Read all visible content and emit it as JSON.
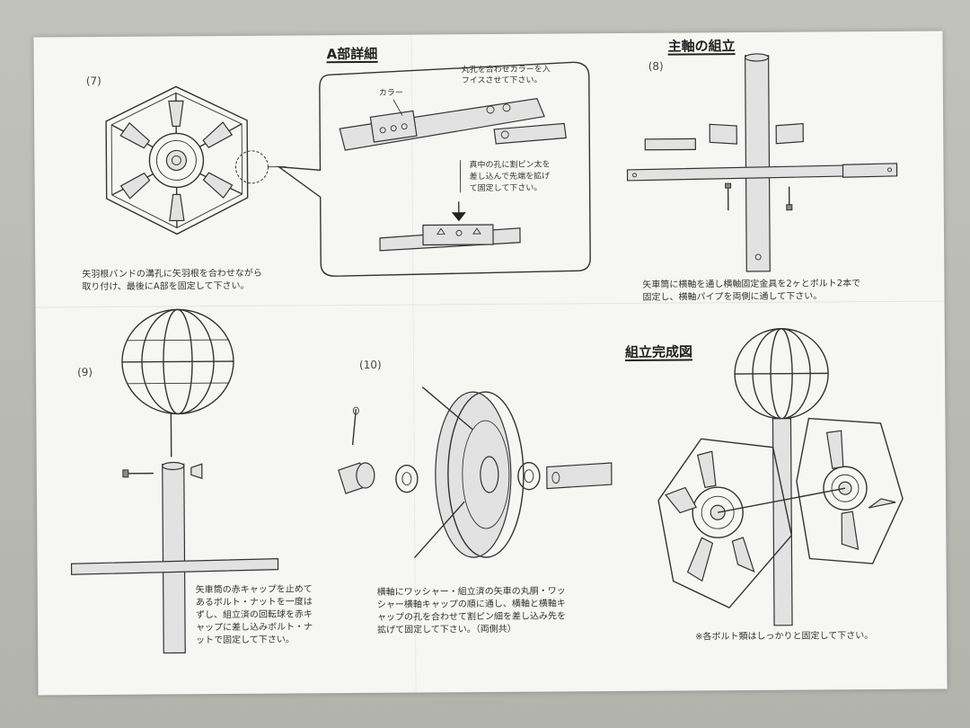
{
  "headings": {
    "detail_a": "A部詳細",
    "main_shaft": "主軸の組立",
    "completed": "組立完成図"
  },
  "steps": {
    "s7": "(7)",
    "s8": "(8)",
    "s9": "(9)",
    "s10": "(10)"
  },
  "captions": {
    "c7": "矢羽根バンドの溝孔に矢羽根を合わせながら\n取り付け、最後にA部を固定して下さい。",
    "c8": "矢車筒に横軸を通し横軸固定金具を2ヶとボルト2本で\n固定し、横軸パイプを両側に通して下さい。",
    "c9": "矢車筒の赤キャップを止めて\nあるボルト・ナットを一度は\nずし、組立済の回転球を赤キ\nャップに差し込みボルト・ナ\nットで固定して下さい。",
    "c10": "横軸にワッシャー・組立済の矢車の丸胴・ワッ\nシャー横軸キャップの順に通し、横軸と横軸キ\nャップの孔を合わせて割ピン細を差し込み先を\n拡げて固定して下さい。（両側共）",
    "note": "※各ボルト類はしっかりと固定して下さい。"
  },
  "detail_labels": {
    "collar_note": "丸孔を合わせカラーを入\nフイスさせて下さい。",
    "collar": "カラー",
    "pin_note": "真中の孔に割ピン太を\n差し込んで先端を拡げ\nて固定して下さい。"
  }
}
